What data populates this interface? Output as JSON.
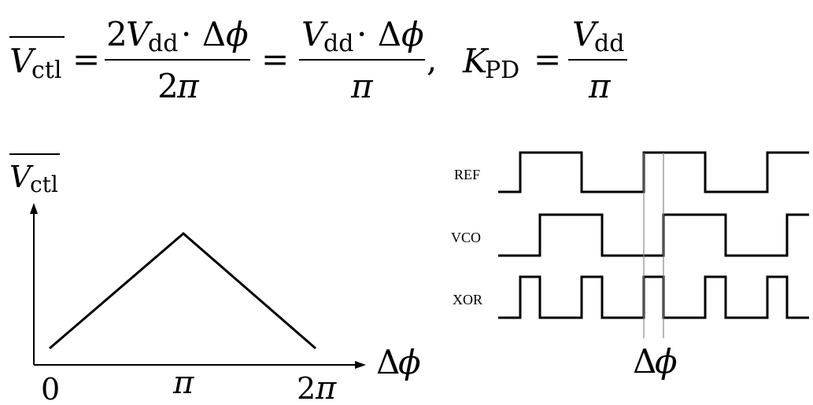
{
  "equation": {
    "vctl_sym": "V",
    "vctl_sub": "ctl",
    "eq": "=",
    "frac1_num_coef": "2",
    "frac1_num_v": "V",
    "frac1_num_sub": "dd",
    "frac1_num_rest": "· Δ",
    "frac1_num_phi": "ϕ",
    "frac1_den_coef": "2",
    "frac1_den_pi": "π",
    "frac2_num_v": "V",
    "frac2_num_sub": "dd",
    "frac2_num_rest": "· Δ",
    "frac2_num_phi": "ϕ",
    "frac2_den_pi": "π",
    "comma": ",",
    "kpd_sym": "K",
    "kpd_sub": "PD",
    "frac3_num_v": "V",
    "frac3_num_sub": "dd",
    "frac3_den_pi": "π"
  },
  "left_plot": {
    "ylabel_sym": "V",
    "ylabel_sub": "ctl",
    "xlabel_delta": "Δ",
    "xlabel_phi": "ϕ",
    "ticks": [
      "0",
      "π",
      "2",
      "π"
    ]
  },
  "timing": {
    "signals": [
      "REF",
      "VCO",
      "XOR"
    ],
    "marker_delta": "Δ",
    "marker_phi": "ϕ"
  }
}
